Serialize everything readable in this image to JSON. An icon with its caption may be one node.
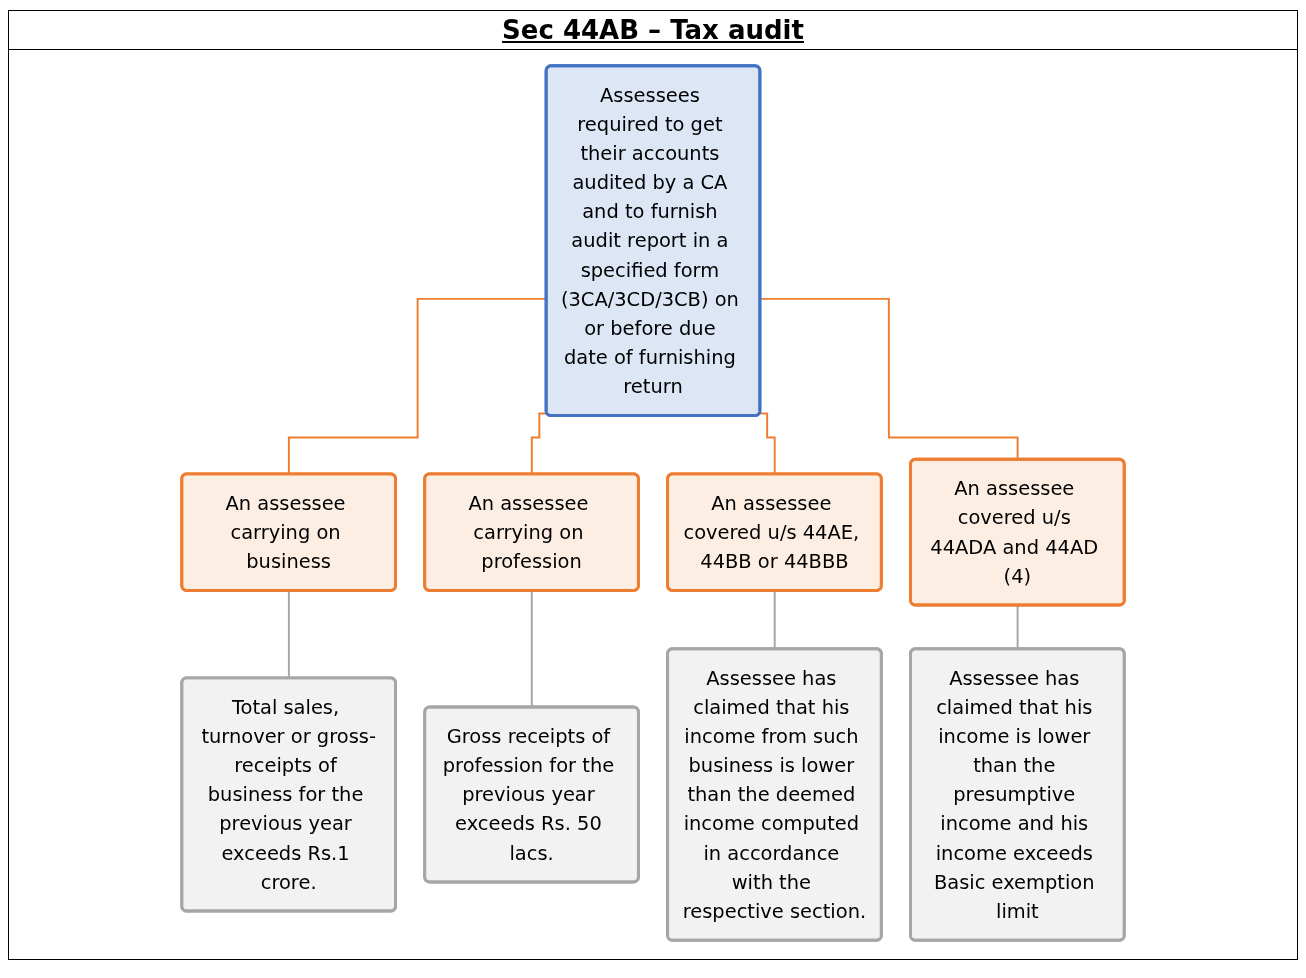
{
  "diagram": {
    "title": "Sec 44AB – Tax audit",
    "nodes": [
      {
        "text": [
          "Assessees required to get their accounts audited by a CA and to furnish audit report in a specified form (3CA/3CD/3CB) on or before due date of furnishing return"
        ]
      },
      {
        "text": [
          "An assessee carrying on business"
        ]
      },
      {
        "text": [
          "An assessee carrying on profession"
        ]
      },
      {
        "text": [
          "An assessee covered u/s 44AE, 44BB or 44BBB"
        ]
      },
      {
        "text": [
          "An assessee covered u/s 44ADA and 44AD (4)"
        ]
      },
      {
        "text": [
          "Total sales, turnover or gross-receipts of business for the previous year exceeds Rs.1 crore."
        ]
      },
      {
        "text": [
          "Gross receipts of profession for the previous year exceeds Rs. 50 lacs."
        ]
      },
      {
        "text": [
          "Assessee has claimed that his income from such business is lower than the deemed income computed in accordance with the respective section."
        ]
      },
      {
        "text": [
          "Assessee has claimed that his income is lower than the presumptive income and his income exceeds Basic exemption limit"
        ]
      }
    ],
    "edges": [
      {
        "from": 0,
        "to": 1,
        "arrow": "none",
        "color": "#ed7d31"
      },
      {
        "from": 0,
        "to": 2,
        "arrow": "none",
        "color": "#ed7d31"
      },
      {
        "from": 0,
        "to": 3,
        "arrow": "none",
        "color": "#ed7d31"
      },
      {
        "from": 0,
        "to": 4,
        "arrow": "none",
        "color": "#ed7d31"
      },
      {
        "from": 1,
        "to": 5,
        "arrow": "none",
        "color": "#a6a6a6"
      },
      {
        "from": 2,
        "to": 6,
        "arrow": "none",
        "color": "#a6a6a6"
      },
      {
        "from": 3,
        "to": 7,
        "arrow": "none",
        "color": "#a6a6a6"
      },
      {
        "from": 4,
        "to": 8,
        "arrow": "none",
        "color": "#a6a6a6"
      }
    ]
  }
}
